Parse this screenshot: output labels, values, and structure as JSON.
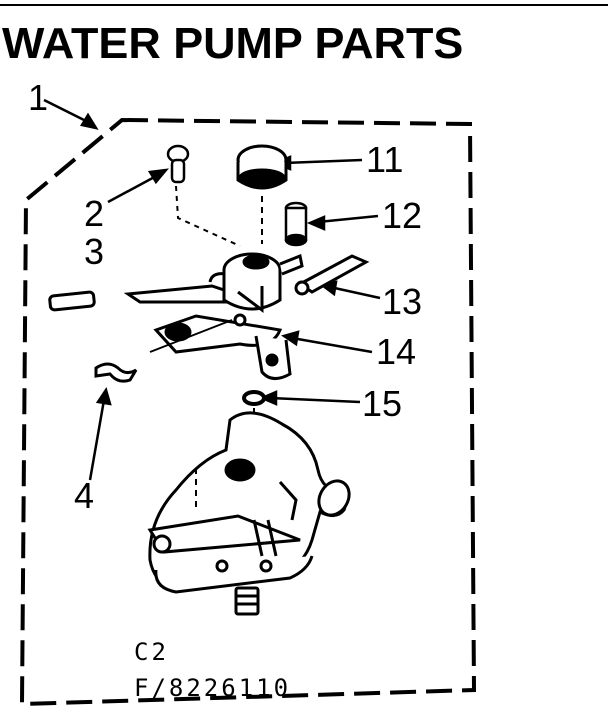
{
  "title": "WATER PUMP PARTS",
  "callouts": {
    "c1": "1",
    "c2": "2",
    "c3": "3",
    "c4": "4",
    "c11": "11",
    "c12": "12",
    "c13": "13",
    "c14": "14",
    "c15": "15"
  },
  "footer": {
    "code_line1": "C2",
    "code_line2": "F/8226110"
  },
  "colors": {
    "ink": "#000000",
    "paper": "#ffffff"
  }
}
